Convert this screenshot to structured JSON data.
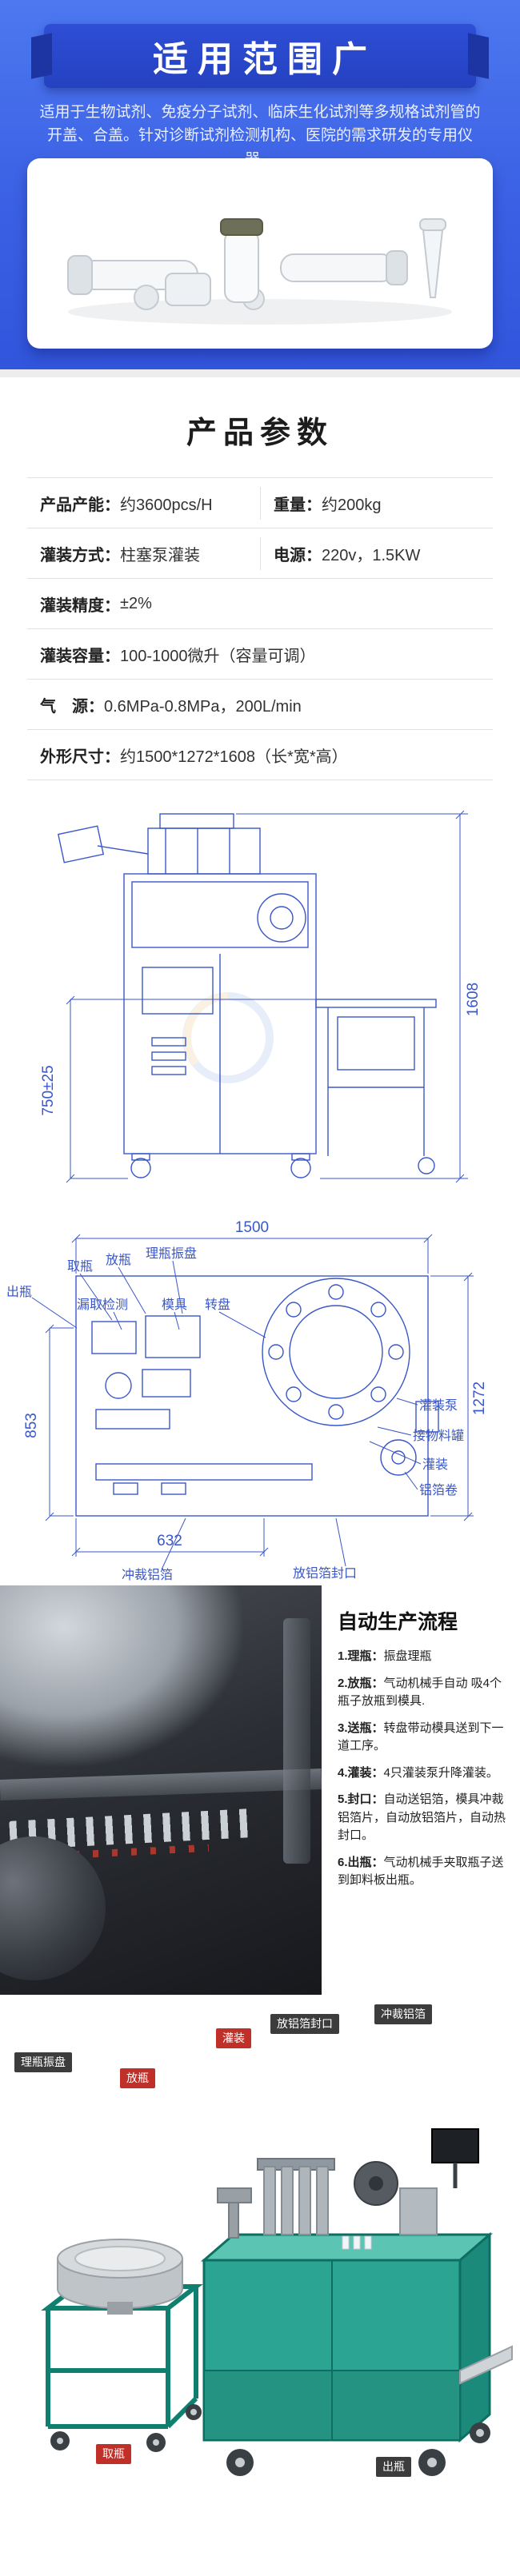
{
  "colors": {
    "hero_blue_top": "#4d78f0",
    "hero_blue_bottom": "#3155dc",
    "ribbon_blue": "#2441c0",
    "cad_blue": "#3a57c9",
    "chip_red": "#c03028",
    "chip_dark": "#3c3c3c",
    "machine_teal": "#2ba493"
  },
  "hero": {
    "title": "适用范围广",
    "desc": "适用于生物试剂、免疫分子试剂、临床生化试剂等多规格试剂管的开盖、合盖。针对诊断试剂检测机构、医院的需求研发的专用仪器。"
  },
  "params": {
    "title": "产品参数",
    "rows": [
      {
        "cells": [
          {
            "label": "产品产能：",
            "value": "约3600pcs/H"
          },
          {
            "label": "重量：",
            "value": "约200kg"
          }
        ]
      },
      {
        "cells": [
          {
            "label": "灌装方式：",
            "value": "柱塞泵灌装"
          },
          {
            "label": "电源：",
            "value": "220v，1.5KW"
          }
        ]
      },
      {
        "cells": [
          {
            "label": "灌装精度：",
            "value": "±2%"
          }
        ]
      },
      {
        "cells": [
          {
            "label": "灌装容量：",
            "value": "100-1000微升（容量可调）"
          }
        ]
      },
      {
        "cells": [
          {
            "label": "气　源：",
            "value": "0.6MPa-0.8MPa，200L/min"
          }
        ]
      },
      {
        "cells": [
          {
            "label": "外形尺寸：",
            "value": "约1500*1272*1608（长*宽*高）"
          }
        ]
      }
    ]
  },
  "drawings": {
    "front": {
      "dim_right": "1608",
      "dim_left": "750±25"
    },
    "top": {
      "dim_top": "1500",
      "dim_right": "1272",
      "dim_left": "853",
      "dim_bottom": "632",
      "labels": {
        "chuping": "出瓶",
        "quping": "取瓶",
        "fangping": "放瓶",
        "lipingzhenpan": "理瓶振盘",
        "louqujiance": "漏取检测",
        "muju": "模具",
        "zhuanpan": "转盘",
        "guanzhuangbeng": "灌装泵",
        "jiewuliaoguan": "接物料罐",
        "guanzhuang": "灌装",
        "lvbojuan": "铝箔卷",
        "chongcailvbo": "冲裁铝箔",
        "fanglvbofengkou": "放铝箔封口"
      }
    }
  },
  "process": {
    "title": "自动生产流程",
    "steps": [
      {
        "label": "1.理瓶：",
        "text": "振盘理瓶"
      },
      {
        "label": "2.放瓶：",
        "text": "气动机械手自动 吸4个瓶子放瓶到模具."
      },
      {
        "label": "3.送瓶：",
        "text": "转盘带动模具送到下一道工序。"
      },
      {
        "label": "4.灌装：",
        "text": "4只灌装泵升降灌装。"
      },
      {
        "label": "5.封口：",
        "text": "自动送铝箔，模具冲裁铝箔片，自动放铝箔片，自动热封口。"
      },
      {
        "label": "6.出瓶：",
        "text": "气动机械手夹取瓶子送到卸料板出瓶。"
      }
    ]
  },
  "render": {
    "labels": [
      {
        "text": "理瓶振盘",
        "color": "#3c3c3c"
      },
      {
        "text": "放瓶",
        "color": "#c03028"
      },
      {
        "text": "灌装",
        "color": "#c03028"
      },
      {
        "text": "放铝箔封口",
        "color": "#3c3c3c"
      },
      {
        "text": "冲裁铝箔",
        "color": "#3c3c3c"
      },
      {
        "text": "取瓶",
        "color": "#c03028"
      },
      {
        "text": "出瓶",
        "color": "#3c3c3c"
      }
    ]
  }
}
